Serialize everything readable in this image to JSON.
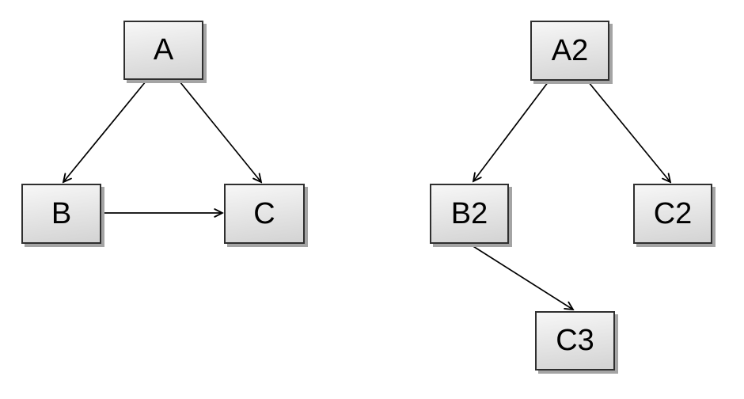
{
  "diagram": {
    "background_color": "#ffffff",
    "node_style": {
      "fill_top": "#f7f7f7",
      "fill_bottom": "#d3d3d3",
      "border_color": "#2f2f2f",
      "shadow_color": "#a4a4a4",
      "text_color": "#000000"
    },
    "edge_color": "#000000",
    "graphs": [
      {
        "name": "left-graph",
        "nodes": [
          {
            "id": "A",
            "label": "A"
          },
          {
            "id": "B",
            "label": "B"
          },
          {
            "id": "C",
            "label": "C"
          }
        ],
        "edges": [
          {
            "from": "A",
            "to": "B"
          },
          {
            "from": "A",
            "to": "C"
          },
          {
            "from": "B",
            "to": "C"
          }
        ]
      },
      {
        "name": "right-graph",
        "nodes": [
          {
            "id": "A2",
            "label": "A2"
          },
          {
            "id": "B2",
            "label": "B2"
          },
          {
            "id": "C2",
            "label": "C2"
          },
          {
            "id": "C3",
            "label": "C3"
          }
        ],
        "edges": [
          {
            "from": "A2",
            "to": "B2"
          },
          {
            "from": "A2",
            "to": "C2"
          },
          {
            "from": "B2",
            "to": "C3"
          }
        ]
      }
    ]
  }
}
